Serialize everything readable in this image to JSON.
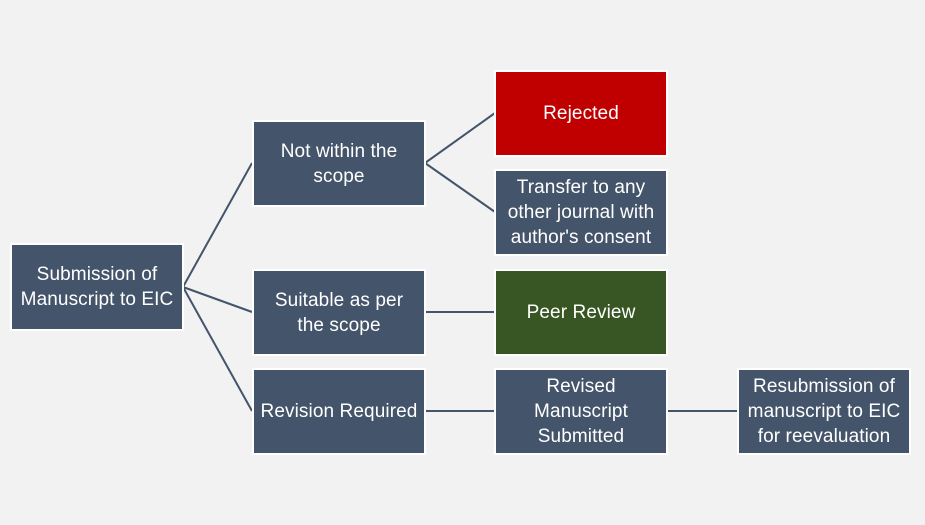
{
  "colors": {
    "background": "#f2f2f2",
    "box_default": "#44546a",
    "box_rejected": "#c00000",
    "box_peer_review": "#375623",
    "connector": "#44546a",
    "text": "#ffffff"
  },
  "nodes": {
    "submission": "Submission of\nManuscript to EIC",
    "not_within_scope": "Not within the\nscope",
    "suitable_scope": "Suitable as per\nthe scope",
    "revision_required": "Revision Required",
    "rejected": "Rejected",
    "transfer": "Transfer to any\nother journal with\nauthor's consent",
    "peer_review": "Peer Review",
    "revised_manuscript": "Revised\nManuscript\nSubmitted",
    "resubmission": "Resubmission of\nmanuscript to EIC\nfor reevaluation"
  }
}
